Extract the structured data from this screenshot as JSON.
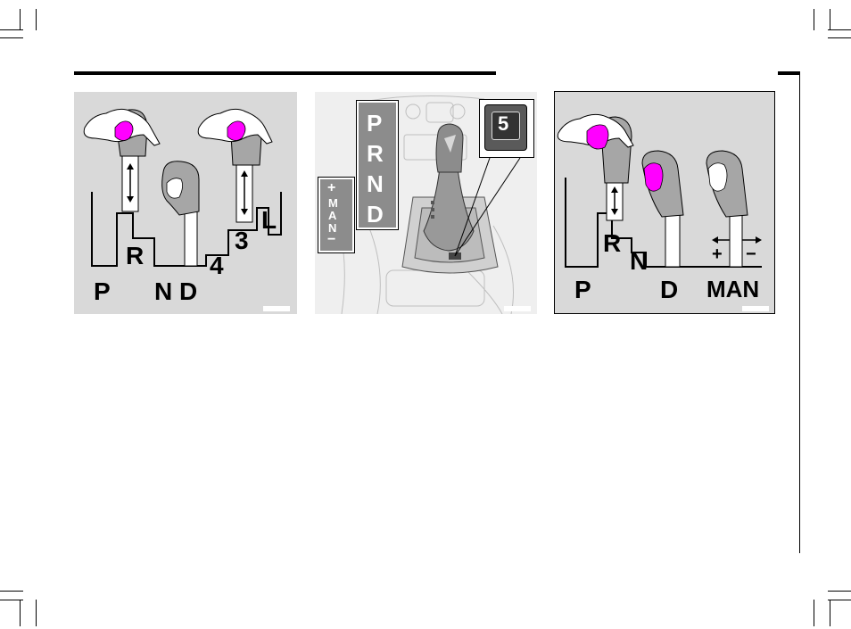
{
  "figure_left": {
    "positions": [
      "P",
      "R",
      "N",
      "D",
      "4",
      "3",
      "L"
    ]
  },
  "figure_middle": {
    "gate_strip": [
      "P",
      "R",
      "N",
      "D"
    ],
    "manual_strip": [
      "+",
      "M",
      "A",
      "N",
      "−"
    ],
    "gear_display": "5"
  },
  "figure_right": {
    "positions": [
      "P",
      "R",
      "N",
      "D",
      "MAN"
    ],
    "manual_signs": [
      "+",
      "−"
    ]
  },
  "colors": {
    "highlight": "#ff00ff",
    "panel": "#d9d9d9",
    "lever": "#a6a6a6"
  }
}
